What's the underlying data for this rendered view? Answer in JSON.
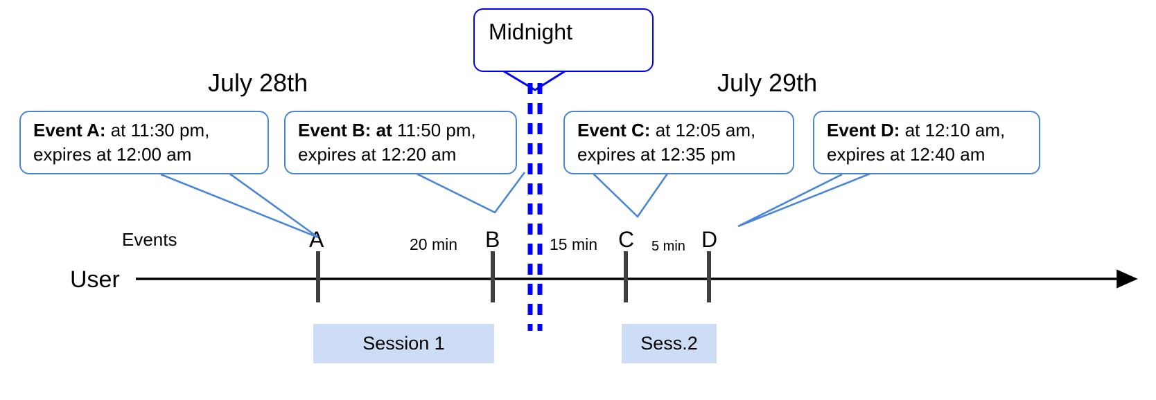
{
  "diagram": {
    "title_note": "Event expiry timeline across midnight",
    "colors": {
      "callout_border": "#4a86d8",
      "midnight_border": "#0000ff",
      "midnight_dash": "#0000ff",
      "session_fill": "#cdddf6",
      "axis": "#000000",
      "tick": "#404040",
      "pointer": "#4a86d8"
    }
  },
  "midnight": {
    "label": "Midnight"
  },
  "dates": {
    "left": "July 28th",
    "right": "July 29th"
  },
  "axis": {
    "row_label": "User",
    "events_label": "Events"
  },
  "events": [
    {
      "letter": "A",
      "bold": "Event A:",
      "rest_line1": " at 11:30 pm,",
      "line2": "expires at 12:00 am"
    },
    {
      "letter": "B",
      "bold": "Event B: at",
      "rest_line1": " 11:50 pm,",
      "line2": "expires at 12:20 am"
    },
    {
      "letter": "C",
      "bold": "Event C:",
      "rest_line1": " at 12:05 am,",
      "line2": "expires at 12:35 pm"
    },
    {
      "letter": "D",
      "bold": "Event D:",
      "rest_line1": "  at 12:10 am,",
      "line2": "expires at 12:40 am"
    }
  ],
  "intervals": [
    {
      "label": "20 min"
    },
    {
      "label": "15 min"
    },
    {
      "label": "5 min"
    }
  ],
  "sessions": [
    {
      "label": "Session 1"
    },
    {
      "label": "Sess.2"
    }
  ]
}
